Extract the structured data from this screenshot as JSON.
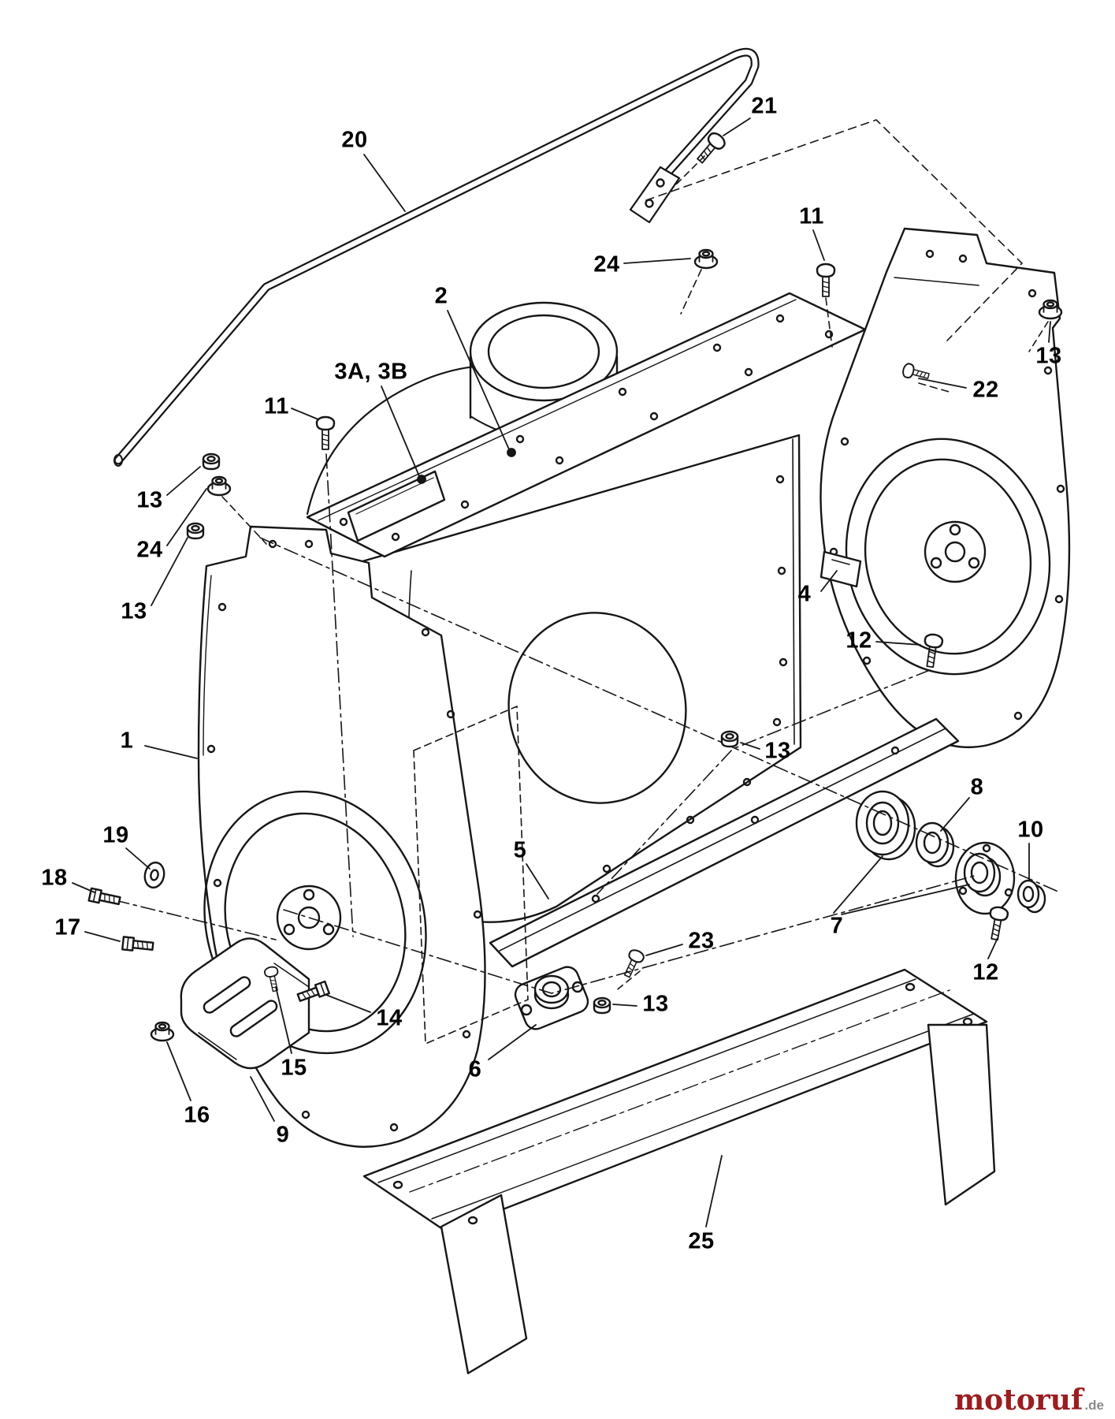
{
  "page": {
    "background": "#ffffff",
    "line_color": "#161616"
  },
  "callouts": {
    "c20": "20",
    "c21": "21",
    "c11a": "11",
    "c24a": "24",
    "c2": "2",
    "c13a": "13",
    "c3ab": "3A, 3B",
    "c22": "22",
    "c11b": "11",
    "c13b": "13",
    "c24b": "24",
    "c4": "4",
    "c13c": "13",
    "c12a": "12",
    "c1": "1",
    "c13d": "13",
    "c8": "8",
    "c10": "10",
    "c19": "19",
    "c5": "5",
    "c18": "18",
    "c17": "17",
    "c7": "7",
    "c23": "23",
    "c12b": "12",
    "c13e": "13",
    "c14": "14",
    "c6": "6",
    "c15": "15",
    "c16": "16",
    "c9": "9",
    "c25": "25"
  },
  "watermark": {
    "brand": "motoruf",
    "suffix": ".de",
    "brand_color": "#9a1d20",
    "suffix_color": "#8a8a8a"
  }
}
